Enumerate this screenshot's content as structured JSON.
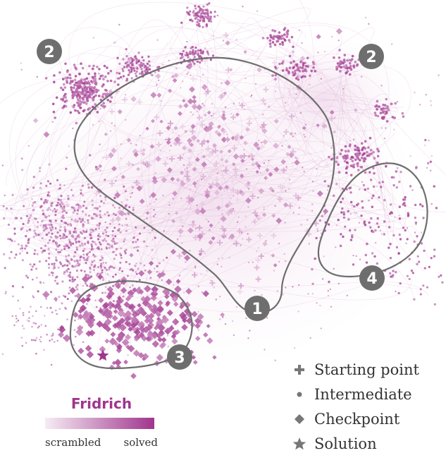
{
  "chart_data": {
    "type": "scatter",
    "title": "",
    "colors": {
      "accent": "#a0358e",
      "light": "#f2e4ef",
      "region_outline": "#6e6e6e",
      "badge": "#6e6e6e"
    },
    "colorbar": {
      "title": "Fridrich",
      "low_label": "scrambled",
      "high_label": "solved"
    },
    "legend": [
      {
        "marker": "plus",
        "label": "Starting point"
      },
      {
        "marker": "dot",
        "label": "Intermediate"
      },
      {
        "marker": "diamond",
        "label": "Checkpoint"
      },
      {
        "marker": "star",
        "label": "Solution"
      }
    ],
    "regions": [
      {
        "label": "1"
      },
      {
        "label": "2"
      },
      {
        "label": "2"
      },
      {
        "label": "3"
      },
      {
        "label": "4"
      }
    ]
  }
}
